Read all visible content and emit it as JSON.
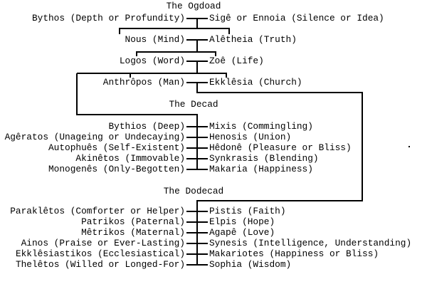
{
  "colors": {
    "background": "#ffffff",
    "ink": "#000000"
  },
  "diagram": {
    "sections": [
      {
        "title": "The Ogdoad",
        "pairs": [
          {
            "left": "Bythos (Depth or Profundity)",
            "right": "Sigê or Ennoia (Silence or Idea)"
          },
          {
            "left": "Nous (Mind)",
            "right": "Alêtheia (Truth)"
          },
          {
            "left": "Logos (Word)",
            "right": "Zoê (Life)"
          },
          {
            "left": "Anthrôpos (Man)",
            "right": "Ekklêsia (Church)"
          }
        ]
      },
      {
        "title": "The Decad",
        "pairs": [
          {
            "left": "Bythios (Deep)",
            "right": "Mixis (Commingling)"
          },
          {
            "left": "Agêratos (Unageing or Undecaying)",
            "right": "Henosis (Union)"
          },
          {
            "left": "Autophuês (Self-Existent)",
            "right": "Hêdonê (Pleasure or Bliss)"
          },
          {
            "left": "Akinêtos (Immovable)",
            "right": "Synkrasis (Blending)"
          },
          {
            "left": "Monogenês (Only-Begotten)",
            "right": "Makaria (Happiness)"
          }
        ]
      },
      {
        "title": "The Dodecad",
        "pairs": [
          {
            "left": "Paraklêtos (Comforter or Helper)",
            "right": "Pistis (Faith)"
          },
          {
            "left": "Patrikos (Paternal)",
            "right": "Elpis (Hope)"
          },
          {
            "left": "Mêtrikos (Maternal)",
            "right": "Agapê (Love)"
          },
          {
            "left": "Ainos (Praise or Ever-Lasting)",
            "right": "Synesis (Intelligence, Understanding)"
          },
          {
            "left": "Ekklêsiastikos (Ecclesiastical)",
            "right": "Makariotes (Happiness or Bliss)"
          },
          {
            "left": "Thelêtos (Willed or Longed-For)",
            "right": "Sophia (Wisdom)"
          }
        ]
      }
    ]
  }
}
